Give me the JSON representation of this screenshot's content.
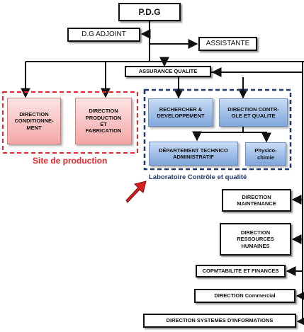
{
  "pdg": "P.D.G",
  "dg_adjoint": "D.G  ADJOINT",
  "assistante": "ASSISTANTE",
  "assurance_qualite": "ASSURANCE QUALITE",
  "production_zone": {
    "label": "Site de production",
    "conditionnement": "DIRECTION\nCONDITIONNE-\nMENT",
    "production": "DIRECTION\nPRODUCTION\nET\nFABRICATION"
  },
  "lab_zone": {
    "label": "Laboratoire Contrôle et qualité",
    "recherche": "RECHERCHER &\nDEVELOPPEMENT",
    "controle": "DIRECTION CONTR-\nOLE ET QUALITE",
    "technico": "DÉPARTEMENT TECHNICO\nADMINISTRATIF",
    "physico": "Physico-\nchimie"
  },
  "departments": {
    "maintenance": "DIRECTION\nMAINTENANCE",
    "rh": "DIRECTION\nRESSOURCES\nHUMAINES",
    "finances": "COPMTABILITE  ET FINANCES",
    "commercial": "DIRECTION Commercial",
    "si": "DIRECTION SYSTEMES D'INFORMATIONS"
  },
  "colors": {
    "production_zone": "#e8262a",
    "lab_zone": "#1f3a6e",
    "arrow": "#d61f1f"
  }
}
